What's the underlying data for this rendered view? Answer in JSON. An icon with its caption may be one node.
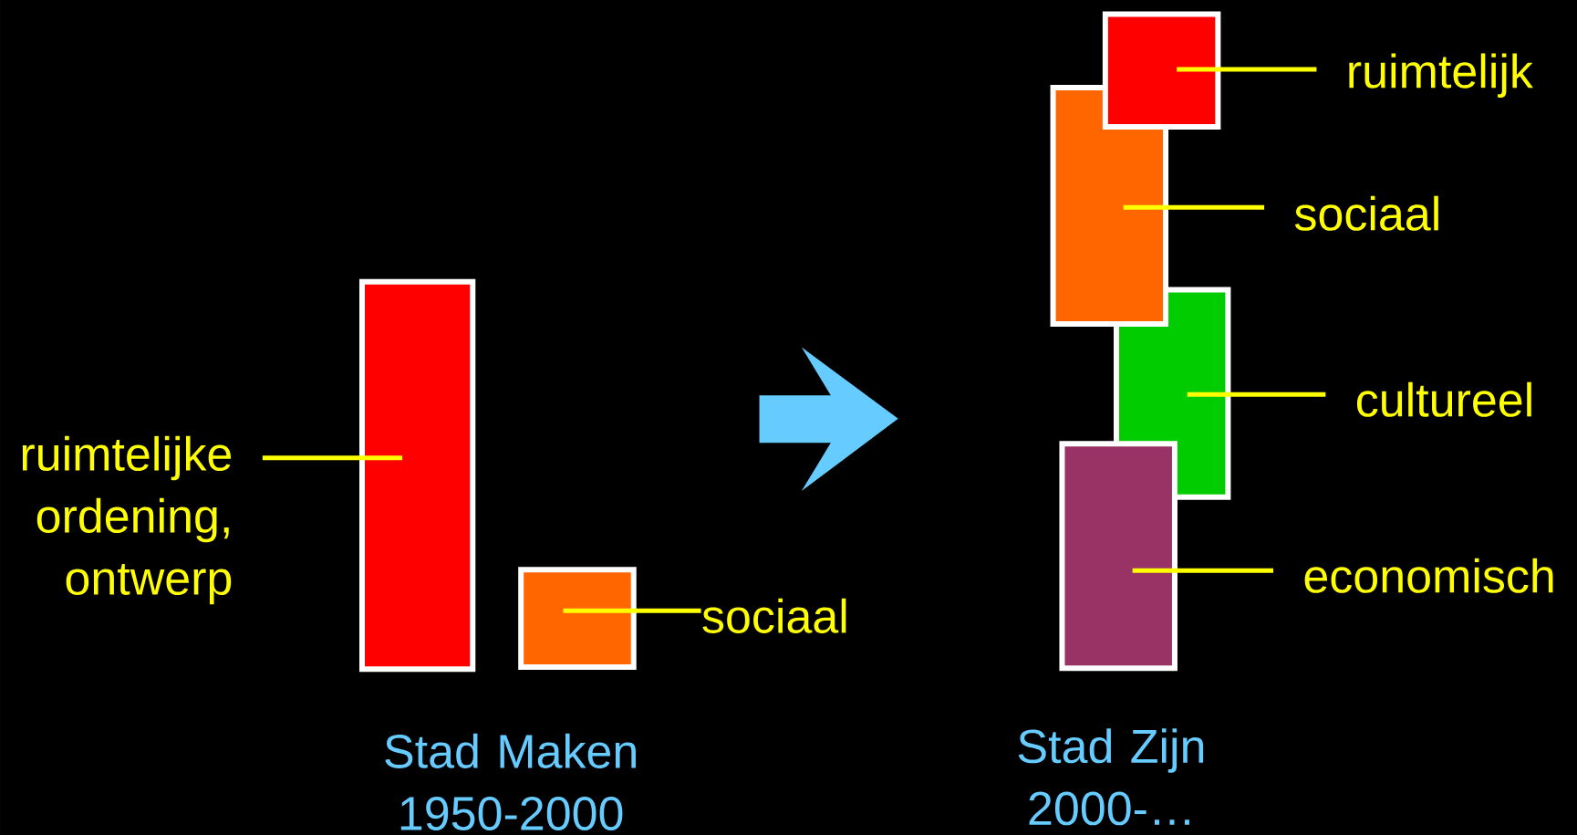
{
  "diagram": {
    "nodes": [
      {
        "text": [],
        "shape": "box"
      },
      {
        "text": [],
        "shape": "box"
      },
      {
        "text": [
          "ruimtelijke ordening, ontwerp"
        ]
      },
      {
        "text": [
          "sociaal"
        ]
      },
      {
        "text": [],
        "shape": "box"
      },
      {
        "text": [],
        "shape": "box"
      },
      {
        "text": [],
        "shape": "box"
      },
      {
        "text": [],
        "shape": "box"
      },
      {
        "text": [
          "ruimtelijk"
        ]
      },
      {
        "text": [
          "sociaal"
        ]
      },
      {
        "text": [
          "cultureel"
        ]
      },
      {
        "text": [
          "economisch"
        ]
      }
    ],
    "edges": [
      {
        "from": 2,
        "to": 0,
        "arrow": "none"
      },
      {
        "from": 3,
        "to": 1,
        "arrow": "none"
      },
      {
        "from": 8,
        "to": 4,
        "arrow": "none"
      },
      {
        "from": 9,
        "to": 5,
        "arrow": "none"
      },
      {
        "from": 10,
        "to": 6,
        "arrow": "none"
      },
      {
        "from": 11,
        "to": 7,
        "arrow": "none"
      }
    ],
    "labels": [
      "Stad Maken 1950-2000",
      "Stad Zijn 2000-…"
    ]
  }
}
